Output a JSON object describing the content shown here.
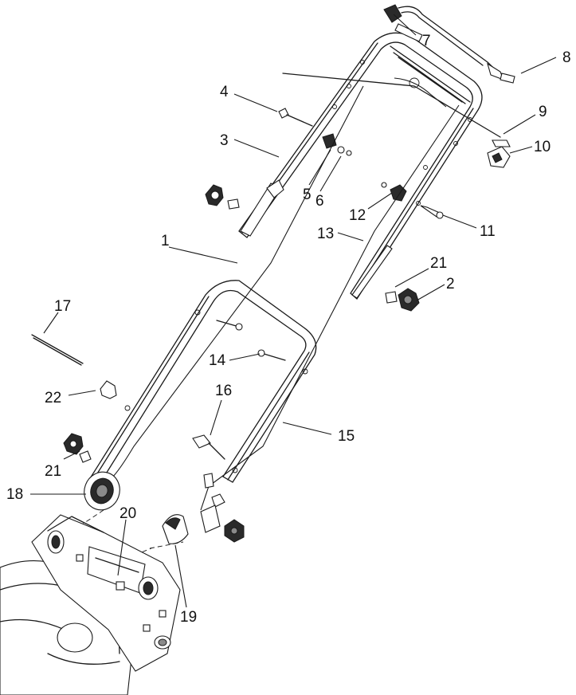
{
  "callouts": [
    {
      "id": "c1",
      "label": "1"
    },
    {
      "id": "c2",
      "label": "2"
    },
    {
      "id": "c3",
      "label": "3"
    },
    {
      "id": "c4",
      "label": "4"
    },
    {
      "id": "c5",
      "label": "5"
    },
    {
      "id": "c6",
      "label": "6"
    },
    {
      "id": "c7",
      "label": "7"
    },
    {
      "id": "c8",
      "label": "8"
    },
    {
      "id": "c9",
      "label": "9"
    },
    {
      "id": "c10",
      "label": "10"
    },
    {
      "id": "c11",
      "label": "11"
    },
    {
      "id": "c12",
      "label": "12"
    },
    {
      "id": "c13",
      "label": "13"
    },
    {
      "id": "c14",
      "label": "14"
    },
    {
      "id": "c15",
      "label": "15"
    },
    {
      "id": "c16",
      "label": "16"
    },
    {
      "id": "c17",
      "label": "17"
    },
    {
      "id": "c18",
      "label": "18"
    },
    {
      "id": "c19",
      "label": "19"
    },
    {
      "id": "c20",
      "label": "20"
    },
    {
      "id": "c21a",
      "label": "21"
    },
    {
      "id": "c21b",
      "label": "21"
    },
    {
      "id": "c22",
      "label": "22"
    }
  ]
}
